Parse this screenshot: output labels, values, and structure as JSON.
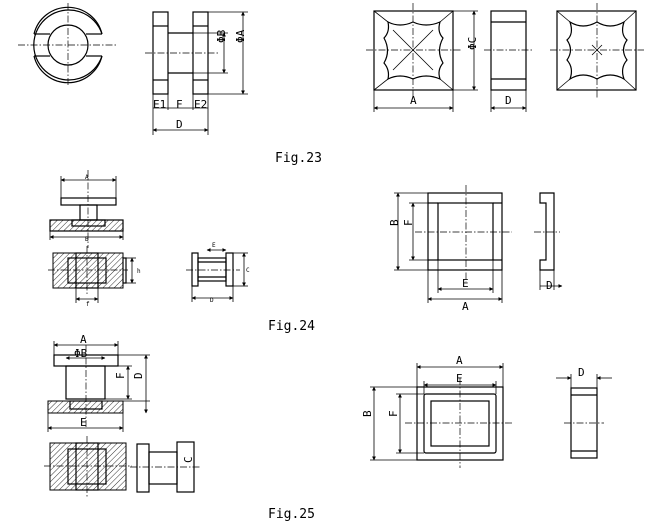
{
  "captions": {
    "fig23": "Fig.23",
    "fig24": "Fig.24",
    "fig25": "Fig.25"
  },
  "fig23_labels": {
    "E1": "E1",
    "F": "F",
    "E2": "E2",
    "D": "D",
    "phiB": "ΦB",
    "phiA": "ΦA",
    "phiC": "ΦC",
    "A": "A",
    "D2": "D"
  },
  "fig24_labels": {
    "A": "A",
    "B_top": "B",
    "f": "f",
    "h": "h",
    "E_small": "E",
    "D_small": "D",
    "C_small": "C",
    "B": "B",
    "F": "F",
    "E": "E",
    "A2": "A",
    "D": "D"
  },
  "fig25_labels": {
    "A": "A",
    "phiB": "ΦB",
    "F": "F",
    "D": "D",
    "E": "E",
    "C": "C",
    "A2": "A",
    "E2": "E",
    "B": "B",
    "F2": "F",
    "D2": "D"
  }
}
